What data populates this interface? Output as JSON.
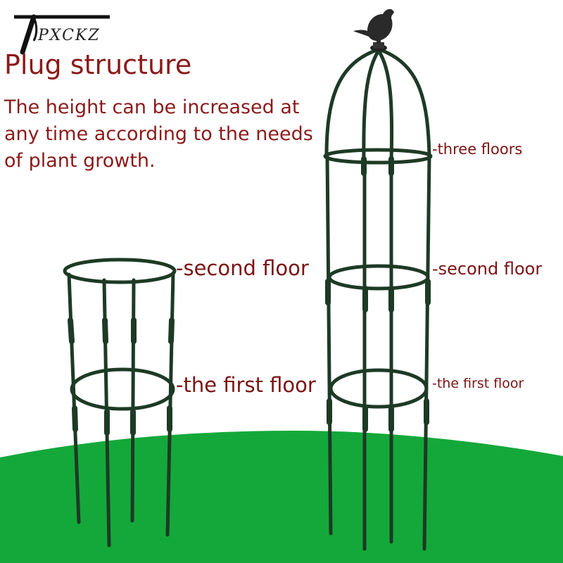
{
  "brand": {
    "name": "PXCKZ"
  },
  "heading": {
    "title": "Plug structure"
  },
  "description": {
    "text": "The height can be increased at any time according to the needs of plant growth."
  },
  "labels": {
    "right_top": "-three floors",
    "right_middle": "-second floor",
    "right_bottom": "-the first floor",
    "left_top": "-second floor",
    "left_bottom": "-the first floor"
  },
  "colors": {
    "text": "#8b1a1a",
    "frame": "#1d3a25",
    "grass": "#14a83a"
  },
  "icons": [
    "bird-finial-icon"
  ]
}
